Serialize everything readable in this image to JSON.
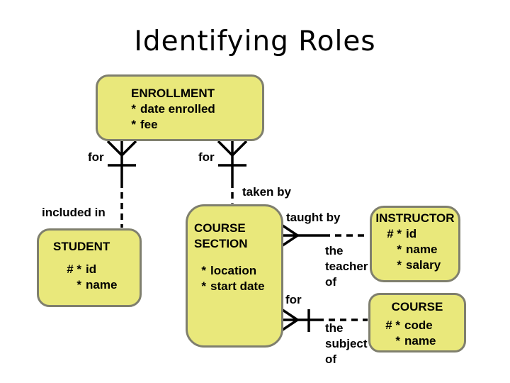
{
  "slide": {
    "title": "Identifying Roles"
  },
  "colors": {
    "background": "#ffffff",
    "entity_fill": "#e9e87b",
    "entity_border": "#7f7f6e",
    "line": "#000000",
    "text": "#000000"
  },
  "entities": {
    "enrollment": {
      "name": "ENROLLMENT",
      "attributes": [
        {
          "prefix": "*",
          "name": "date enrolled"
        },
        {
          "prefix": "*",
          "name": "fee"
        }
      ]
    },
    "student": {
      "name": "STUDENT",
      "attributes": [
        {
          "prefix": "# *",
          "name": "id"
        },
        {
          "prefix": "*",
          "name": "name"
        }
      ]
    },
    "course_section": {
      "name": "COURSE SECTION",
      "attributes": [
        {
          "prefix": "*",
          "name": "location"
        },
        {
          "prefix": "*",
          "name": "start date"
        }
      ]
    },
    "instructor": {
      "name": "INSTRUCTOR",
      "attributes": [
        {
          "prefix": "# *",
          "name": "id"
        },
        {
          "prefix": "*",
          "name": "name"
        },
        {
          "prefix": "*",
          "name": "salary"
        }
      ]
    },
    "course": {
      "name": "COURSE",
      "attributes": [
        {
          "prefix": "# *",
          "name": "code"
        },
        {
          "prefix": "*",
          "name": "name"
        }
      ]
    }
  },
  "relationships": {
    "enrollment_for_student": {
      "label": "for"
    },
    "enrollment_for_course_section": {
      "label": "for"
    },
    "taken_by": {
      "label": "taken by"
    },
    "included_in": {
      "label": "included in"
    },
    "taught_by": {
      "label": "taught by"
    },
    "the_teacher_of": {
      "label": "the teacher of"
    },
    "course_section_for_course": {
      "label": "for"
    },
    "the_subject_of": {
      "label": "the subject of"
    }
  }
}
